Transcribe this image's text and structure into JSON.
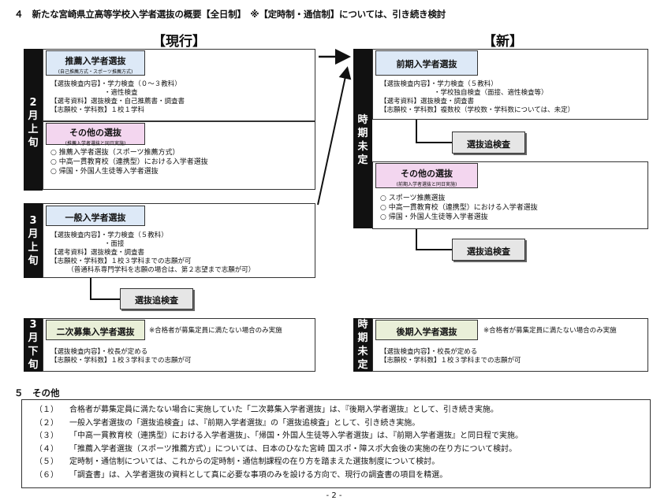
{
  "title": "４　新たな宮崎県立高等学校入学者選抜の概要【全日制】　※【定時制・通信制】については、引き続き検討",
  "current_header": "【現行】",
  "new_header": "【新】",
  "current": {
    "band_feb": [
      "2",
      "月",
      "上",
      "旬"
    ],
    "band_mar_early": [
      "3",
      "月",
      "上",
      "旬"
    ],
    "band_mar_late": [
      "3",
      "月",
      "下",
      "旬"
    ],
    "suisen": {
      "label": "推薦入学者選抜",
      "sublabel": "(自己推薦方式・スポーツ推薦方式)",
      "lines": [
        "【選抜検査内容】・学力検査（０～３教科）",
        "　　　　　　　　・適性検査",
        "【選考資料】選抜検査・自己推薦書・調査書",
        "【志願校・学科数】１校１学科"
      ]
    },
    "sonota": {
      "label": "その他の選抜",
      "sublabel": "(推薦入学者選抜と同日実施)",
      "items": [
        "○ 推薦入学者選抜（スポーツ推薦方式）",
        "○ 中高一貫教育校（連携型）における入学者選抜",
        "○ 帰国・外国人生徒等入学者選抜"
      ]
    },
    "ippan": {
      "label": "一般入学者選抜",
      "lines": [
        "【選抜検査内容】・学力検査（５教科）",
        "　　　　　　　　・面接",
        "【選考資料】選抜検査・調査書",
        "【志願校・学科数】１校３学科までの志願が可",
        "　　　（普通科系専門学科を志願の場合は、第２志望まで志願が可）"
      ]
    },
    "tsuika": "選抜追検査",
    "niji": {
      "label": "二次募集入学者選抜",
      "note": "※合格者が募集定員に満たない場合のみ実施",
      "lines": [
        "【選抜検査内容】・校長が定める",
        "【志願校・学科数】１校３学科までの志願が可"
      ]
    }
  },
  "new": {
    "band_main": [
      "時",
      "期",
      "未",
      "定"
    ],
    "band_late": [
      "時",
      "期",
      "未",
      "定"
    ],
    "zenki": {
      "label": "前期入学者選抜",
      "lines": [
        "【選抜検査内容】・学力検査（５教科）",
        "　　　　　　　　・学校独自検査（面接、適性検査等）",
        "【選考資料】選抜検査・調査書",
        "【志願校・学科数】複数校（学校数・学科数については、未定）"
      ]
    },
    "tsuika1": "選抜追検査",
    "sonota": {
      "label": "その他の選抜",
      "sublabel": "(前期入学者選抜と同日実施)",
      "items": [
        "○ スポーツ推薦選抜",
        "○ 中高一貫教育校（連携型）における入学者選抜",
        "○ 帰国・外国人生徒等入学者選抜"
      ]
    },
    "tsuika2": "選抜追検査",
    "kouki": {
      "label": "後期入学者選抜",
      "note": "※合格者が募集定員に満たない場合のみ実施",
      "lines": [
        "【選抜検査内容】・校長が定める",
        "【志願校・学科数】１校３学科までの志願が可"
      ]
    }
  },
  "section5": {
    "title": "５　その他",
    "items": [
      {
        "num": "（１）",
        "text": "合格者が募集定員に満たない場合に実施していた「二次募集入学者選抜」は、『後期入学者選抜』として、引き続き実施。"
      },
      {
        "num": "（２）",
        "text": "一般入学者選抜の「選抜追検査」は、『前期入学者選抜』の「選抜追検査」として、引き続き実施。"
      },
      {
        "num": "（３）",
        "text": "「中高一貫教育校（連携型）における入学者選抜」、「帰国・外国人生徒等入学者選抜」は、『前期入学者選抜』と同日程で実施。"
      },
      {
        "num": "（４）",
        "text": "「推薦入学者選抜（スポーツ推薦方式）」については、日本のひなた宮崎 国スポ・障スポ大会後の実施の在り方について検討。"
      },
      {
        "num": "（５）",
        "text": "定時制・通信制については、これからの定時制・通信制課程の在り方を踏まえた選抜制度について検討。"
      },
      {
        "num": "（６）",
        "text": "「調査書」は、入学者選抜の資料として真に必要な事項のみを設ける方向で、現行の調査書の項目を精選。"
      }
    ]
  },
  "page_number": "- 2 -"
}
